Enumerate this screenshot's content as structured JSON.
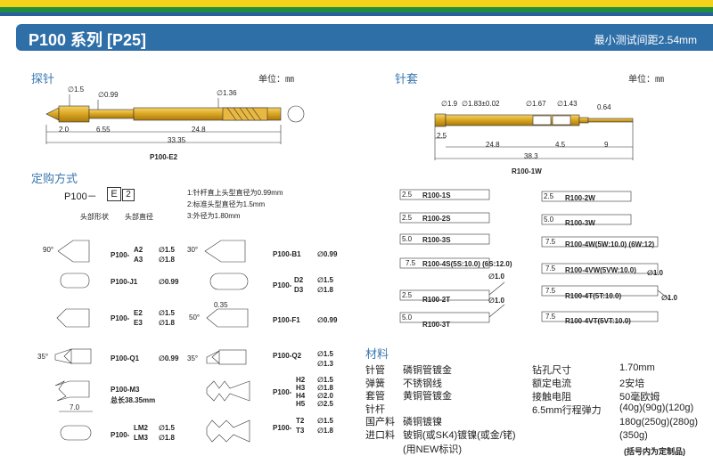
{
  "colors": {
    "stripe_yellow": "#f2d31a",
    "stripe_green": "#1f8c3e",
    "stripe_blue": "#2a5fa0",
    "header": "#2f6fa8",
    "gold": "#d9a520",
    "section": "#3a78b0"
  },
  "header": {
    "title": "P100 系列 [P25]",
    "spacing": "最小测试间距2.54mm"
  },
  "probe": {
    "section": "探针",
    "unit": "单位：㎜",
    "part": "P100-E2",
    "dims": {
      "d1": "∅1.5",
      "d2": "∅0.99",
      "d3": "∅1.36",
      "l1": "2.0",
      "l2": "6.55",
      "l3": "24.8",
      "total": "33.35"
    }
  },
  "socket": {
    "section": "针套",
    "unit": "单位：㎜",
    "part": "R100-1W",
    "dims": {
      "d1": "∅1.9",
      "d2": "∅1.83±0.02",
      "d3": "∅1.67",
      "d4": "∅1.43",
      "d5": "0.64",
      "l1": "2.5",
      "l2": "24.8",
      "l3": "4.5",
      "l4": "9",
      "total": "38.3"
    }
  },
  "ordering": {
    "section": "定购方式",
    "code": "P100－",
    "box1": "E",
    "box2": "2",
    "head_shape": "头部形状",
    "head_dia": "头部直径",
    "notes": [
      "1:针杆直上头型直径为0.99mm",
      "2:标准头型直径为1.5mm",
      "3:外径为1.80mm"
    ]
  },
  "heads_left": [
    {
      "angle": "90°",
      "model": "P100-",
      "sub1": "A2",
      "sub2": "A3",
      "d1": "∅1.5",
      "d2": "∅1.8"
    },
    {
      "model": "P100-J1",
      "d1": "∅0.99"
    },
    {
      "model": "P100-",
      "sub1": "E2",
      "sub2": "E3",
      "d1": "∅1.5",
      "d2": "∅1.8"
    },
    {
      "angle": "35°",
      "model": "P100-Q1",
      "d1": "∅0.99"
    },
    {
      "dim": "7.0",
      "model": "P100-M3",
      "note": "总长38.35mm"
    },
    {
      "model": "P100-",
      "sub1": "LM2",
      "sub2": "LM3",
      "d1": "∅1.5",
      "d2": "∅1.8"
    }
  ],
  "heads_right": [
    {
      "angle": "30°",
      "model": "P100-B1",
      "d1": "∅0.99"
    },
    {
      "model": "P100-",
      "sub1": "D2",
      "sub2": "D3",
      "d1": "∅1.5",
      "d2": "∅1.8"
    },
    {
      "angle": "50°",
      "extra": "0.35",
      "model": "P100-F1",
      "d1": "∅0.99"
    },
    {
      "angle": "35°",
      "model": "P100-Q2",
      "d1": "∅1.5",
      "d2": "∅1.3"
    },
    {
      "model": "P100-",
      "sub1": "H2",
      "sub2": "H3",
      "sub3": "H4",
      "sub4": "H5",
      "d1": "∅1.5",
      "d2": "∅1.8",
      "d3": "∅2.0",
      "d4": "∅2.5"
    },
    {
      "model": "P100-",
      "sub1": "T2",
      "sub2": "T3",
      "d1": "∅1.5",
      "d2": "∅1.8"
    }
  ],
  "sockets_left": [
    {
      "dim": "2.5",
      "name": "R100-1S"
    },
    {
      "dim": "2.5",
      "name": "R100-2S"
    },
    {
      "dim": "5.0",
      "name": "R100-3S"
    },
    {
      "dim": "7.5",
      "name": "R100-4S(5S:10.0) (6S:12.0)"
    },
    {
      "dim": "2.5",
      "name": "R100-2T",
      "d": "∅1.0"
    },
    {
      "dim": "5.0",
      "name": "R100-3T",
      "d": "∅1.0"
    }
  ],
  "sockets_right": [
    {
      "dim": "2.5",
      "name": "R100-2W"
    },
    {
      "dim": "5.0",
      "name": "R100-3W"
    },
    {
      "dim": "7.5",
      "name": "R100-4W(5W:10.0) (6W:12)"
    },
    {
      "dim": "7.5",
      "name": "R100-4VW(5VW:10.0)",
      "d": "∅1.0"
    },
    {
      "dim": "7.5",
      "name": "R100-4T(5T:10.0)",
      "d": "∅1.0"
    },
    {
      "dim": "7.5",
      "name": "R100-4VT(5VT:10.0)"
    }
  ],
  "materials": {
    "title": "材料",
    "left": [
      {
        "k": "针管",
        "v": "磷铜管镀金"
      },
      {
        "k": "弹簧",
        "v": "不锈钢线"
      },
      {
        "k": "套管",
        "v": "黄铜管镀金"
      },
      {
        "k": "针杆",
        "v": ""
      },
      {
        "k": "国产料",
        "v": "磷铜镀镍"
      },
      {
        "k": "进口料",
        "v": "铍铜(或SK4)镀镍(或金/铑)"
      },
      {
        "k": "",
        "v": "(用NEW标识)"
      }
    ],
    "right": [
      {
        "k": "钻孔尺寸",
        "v": "1.70mm"
      },
      {
        "k": "额定电流",
        "v": "2安培"
      },
      {
        "k": "接触电阻",
        "v": "50毫欧姆"
      },
      {
        "k": "6.5mm行程弹力",
        "v": "(40g)(90g)(120g)"
      },
      {
        "k": "",
        "v": "180g(250g)(280g)"
      },
      {
        "k": "",
        "v": "(350g)"
      },
      {
        "k": "",
        "v": "(括号内为定制品)"
      }
    ]
  }
}
